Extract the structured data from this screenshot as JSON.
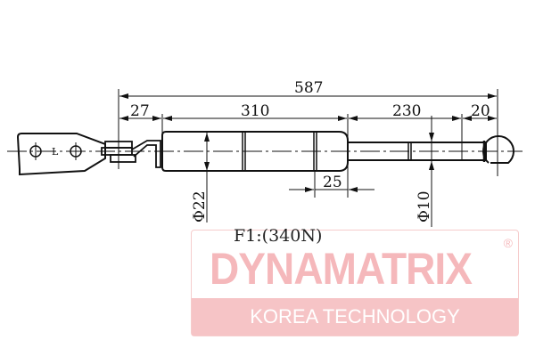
{
  "drawing": {
    "dimensions": {
      "total_length": "587",
      "bracket_offset": "27",
      "body_length": "310",
      "rod_length": "230",
      "end_fitting": "20",
      "ring_offset": "25",
      "body_diameter": "Φ22",
      "rod_diameter": "Φ10"
    },
    "bracket_label": "L",
    "force": "F1:(340N)"
  },
  "watermark": {
    "brand": "DYNAMATRIX",
    "registered": "®",
    "tagline": "KOREA TECHNOLOGY",
    "color": "#f5b8bb"
  }
}
